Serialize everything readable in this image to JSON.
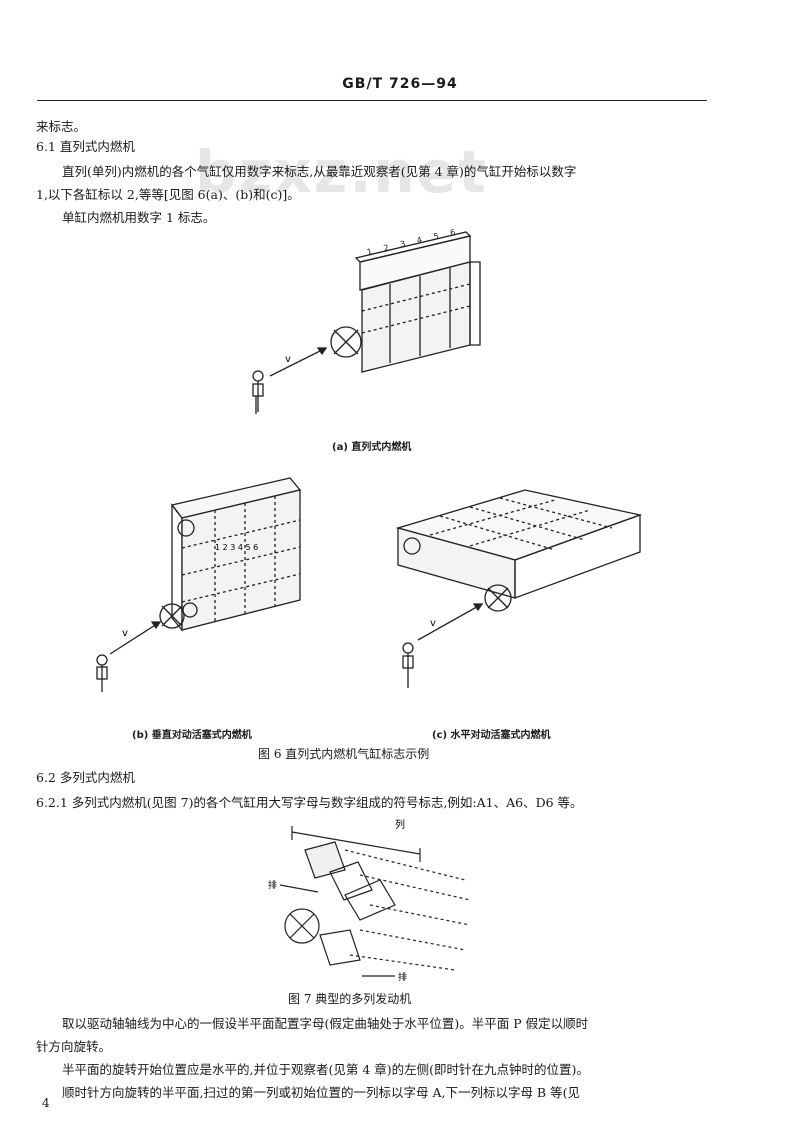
{
  "header": {
    "title": "GB/T  726—94"
  },
  "watermark": "bzxz.net",
  "text": {
    "cont": "来标志。",
    "s61_title": "6.1  直列式内燃机",
    "s61_p1a": "直列(单列)内燃机的各个气缸仅用数字来标志,从最靠近观察者(见第 4 章)的气缸开始标以数字",
    "s61_p1b": "1,以下各缸标以 2,等等[见图 6(a)、(b)和(c)]。",
    "s61_p2": "单缸内燃机用数字 1 标志。",
    "cap_a": "(a)  直列式内燃机",
    "cap_b": "(b)  垂直对动活塞式内燃机",
    "cap_c": "(c)  水平对动活塞式内燃机",
    "fig6": "图 6   直列式内燃机气缸标志示例",
    "s62_title": "6.2   多列式内燃机",
    "s621": "6.2.1   多列式内燃机(见图 7)的各个气缸用大写字母与数字组成的符号标志,例如:A1、A6、D6 等。",
    "fig7": "图 7   典型的多列发动机",
    "p3a": "取以驱动轴轴线为中心的一假设半平面配置字母(假定曲轴处于水平位置)。半平面 P 假定以顺时",
    "p3b": "针方向旋转。",
    "p4a": "半平面的旋转开始位置应是水平的,并位于观察者(见第 4 章)的左侧(即时针在九点钟时的位置)。",
    "p4b": "顺时针方向旋转的半平面,扫过的第一列或初始位置的一列标以字母 A,下一列标以字母 B 等(见"
  },
  "figure_labels": {
    "v": "v",
    "cyl_nums": [
      "1",
      "2",
      "3",
      "4",
      "5",
      "6"
    ],
    "lie": "列",
    "pai_top": "排",
    "pai_bottom": "排"
  },
  "page_number": "4"
}
